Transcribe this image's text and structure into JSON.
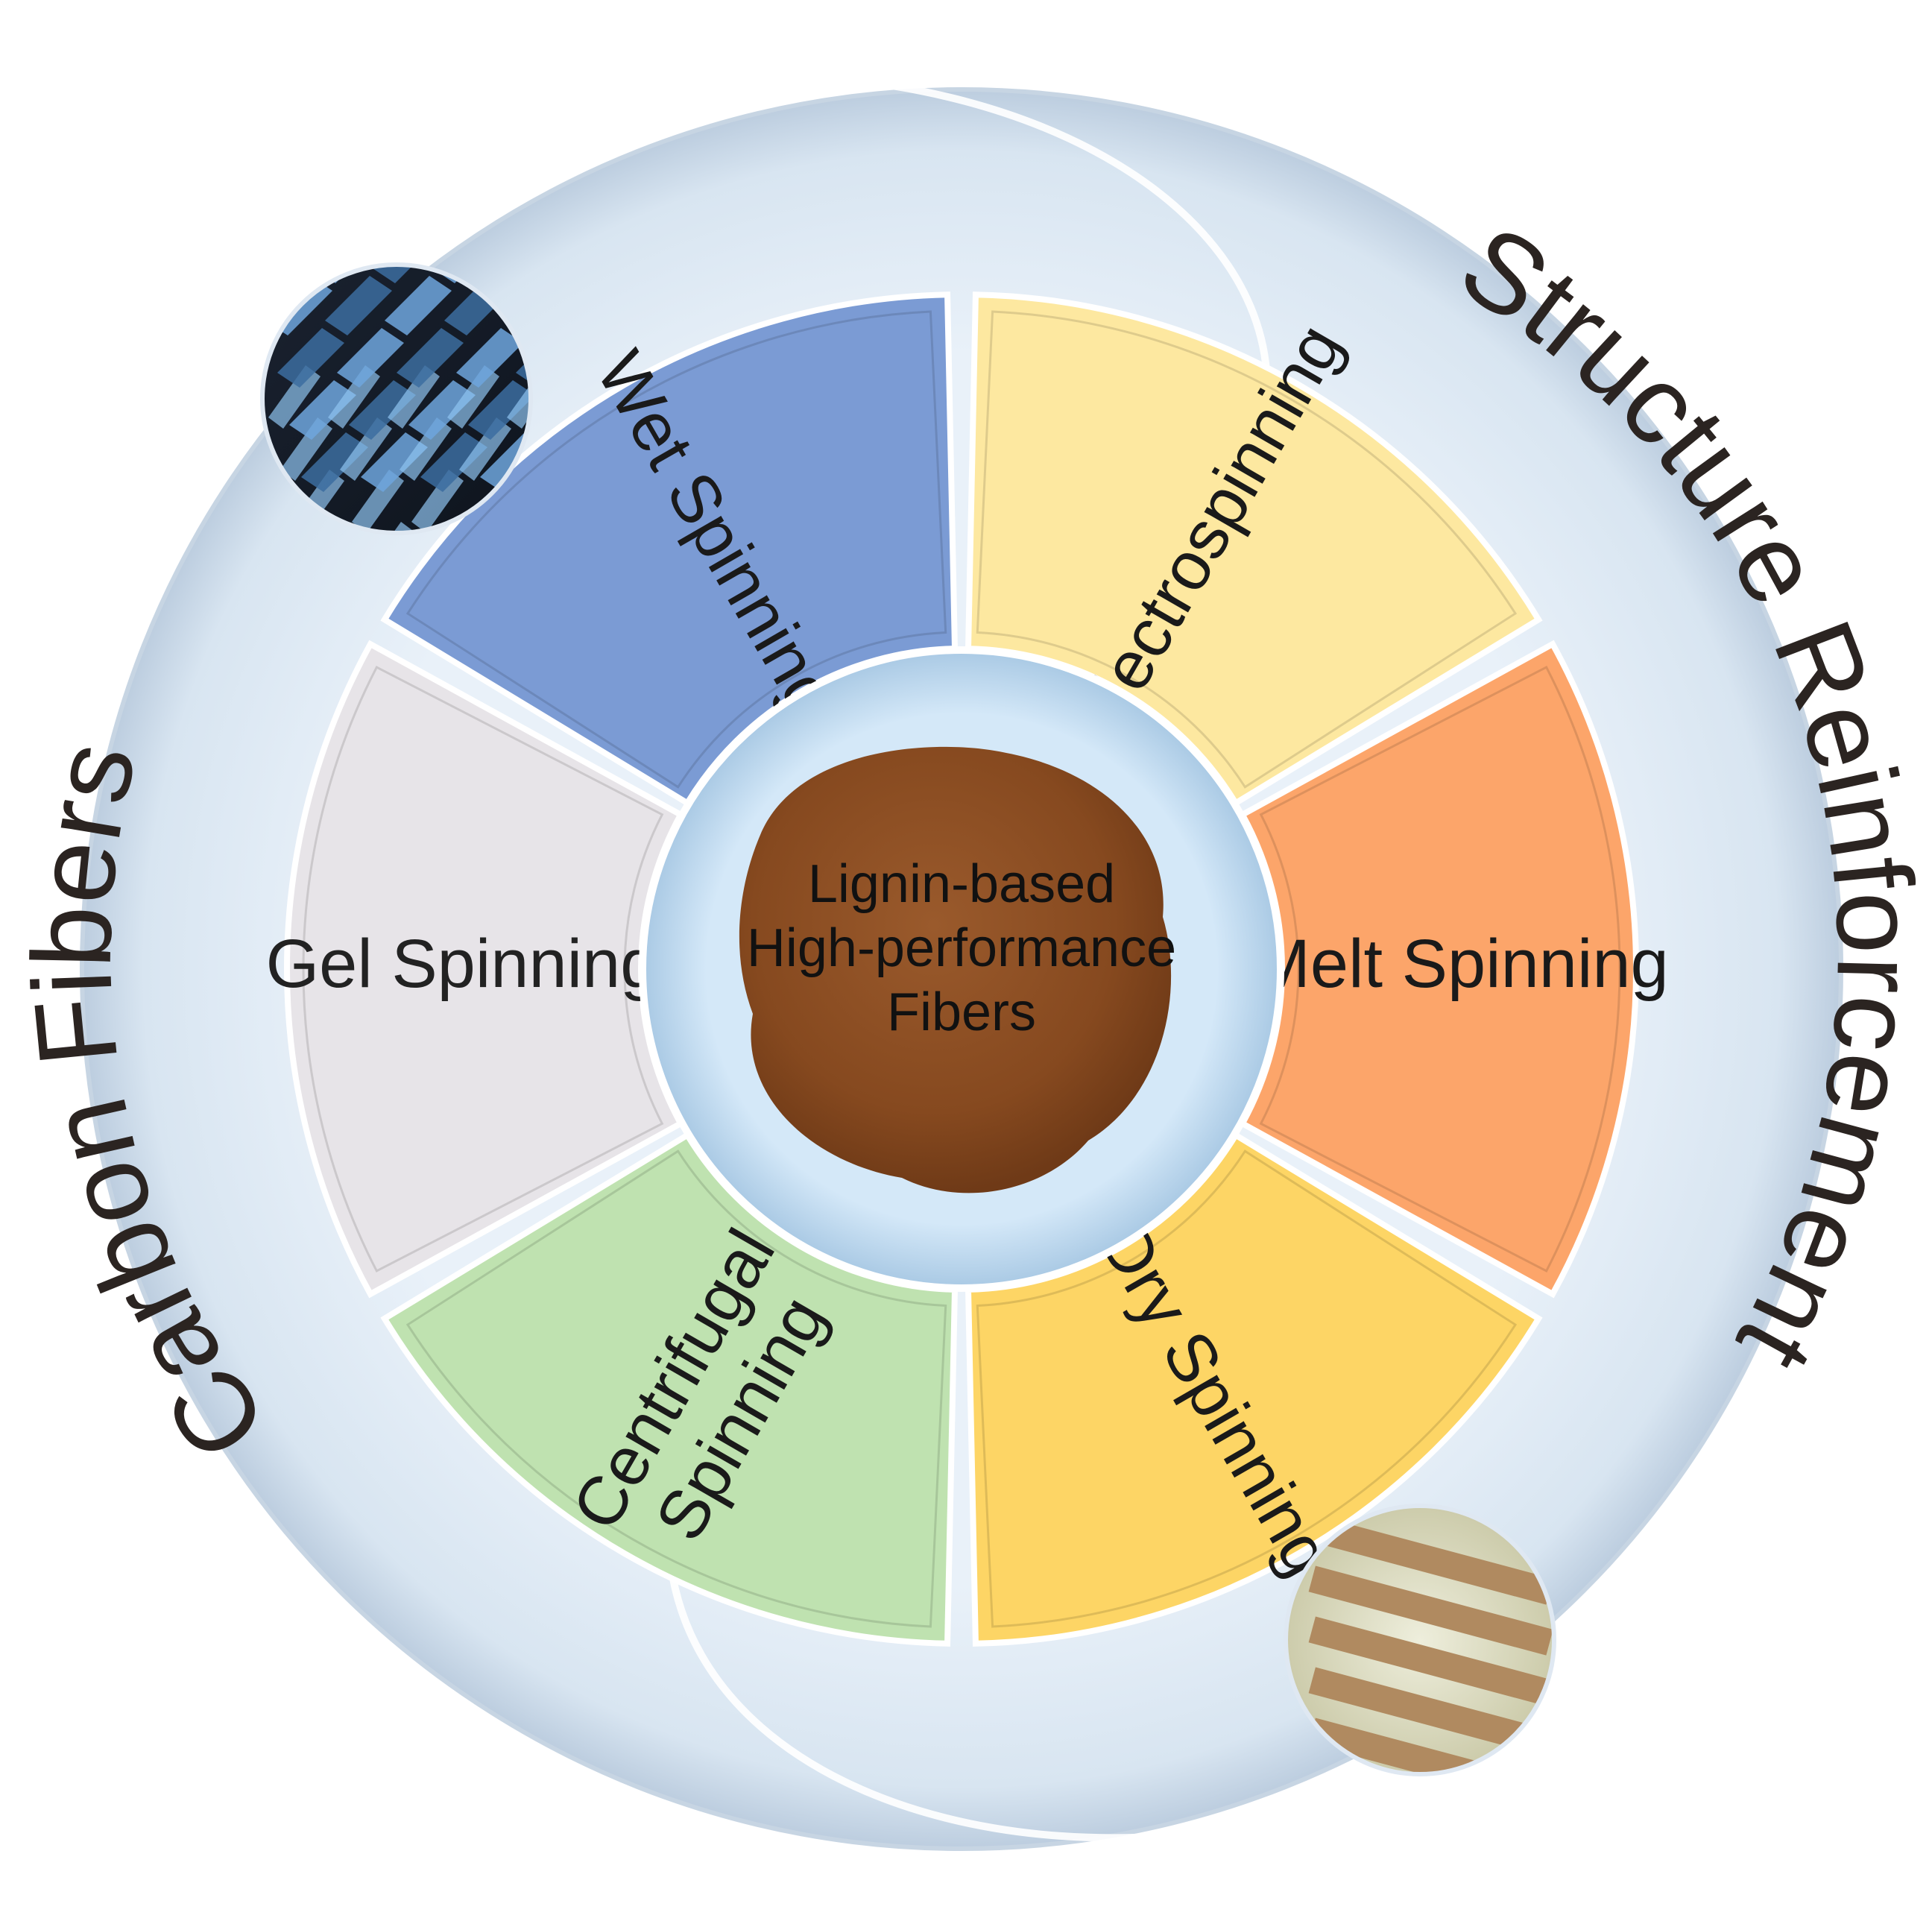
{
  "center": {
    "lines": [
      "Lignin-based",
      "High-performance",
      "Fibers"
    ],
    "fill": "#cfe5f7"
  },
  "segments": [
    {
      "key": "electrospinning",
      "label": "Electrospinning",
      "fill": "#fde8a0",
      "text_fill": "#1a1a1a",
      "orientation": "out"
    },
    {
      "key": "melt-spinning",
      "label": "Melt Spinning",
      "fill": "#fca56a",
      "text_fill": "#1a1a1a",
      "orientation": "out"
    },
    {
      "key": "dry-spinning",
      "label": "Dry Spinning",
      "fill": "#fdd565",
      "text_fill": "#1a1a1a",
      "orientation": "out"
    },
    {
      "key": "centrifugal-spinning",
      "label": [
        "Centrifugal",
        "Spinning"
      ],
      "fill": "#bfe2b0",
      "text_fill": "#1a1a1a",
      "orientation": "out"
    },
    {
      "key": "gel-spinning",
      "label": "Gel Spinning",
      "fill": "#e7e4e8",
      "text_fill": "#222222",
      "orientation": "in"
    },
    {
      "key": "wet-spinning",
      "label": "Wet Spinning",
      "fill": "#7b9bd4",
      "text_fill": "#1a1a1a",
      "orientation": "in"
    }
  ],
  "outer_ring": {
    "fill": "#e6eff8",
    "left_label": "Carbon Fibers",
    "right_label": "Structure Reinforcement",
    "text_fill": "#2b2421"
  },
  "photos": {
    "carbon_fiber": "carbon-fiber-photo",
    "reinforcement": "reinforcement-strips-photo"
  }
}
